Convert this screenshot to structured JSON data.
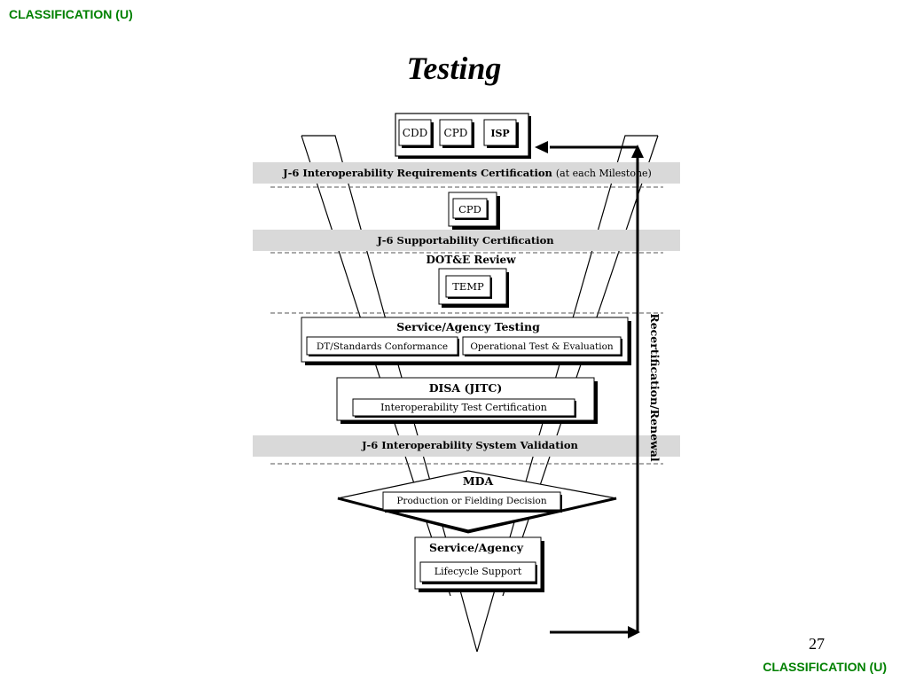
{
  "header": {
    "classification": "CLASSIFICATION (U)"
  },
  "footer": {
    "classification": "CLASSIFICATION (U)",
    "page_number": "27"
  },
  "slide": {
    "title": "Testing"
  },
  "diagram": {
    "top_docs": [
      "CDD",
      "CPD",
      "ISP"
    ],
    "band_requirements": {
      "main": "J-6 Interoperability Requirements Certification",
      "note": "(at each Milestone)"
    },
    "cpd_box": "CPD",
    "band_supportability": "J-6 Supportability Certification",
    "dote_review": "DOT&E Review",
    "temp_box": "TEMP",
    "service_testing": {
      "title": "Service/Agency Testing",
      "left": "DT/Standards Conformance",
      "right": "Operational Test & Evaluation"
    },
    "disa": {
      "title": "DISA (JITC)",
      "sub": "Interoperability Test Certification"
    },
    "band_validation": "J-6 Interoperability System Validation",
    "mda": {
      "title": "MDA",
      "sub": "Production or Fielding Decision"
    },
    "service_agency": {
      "title": "Service/Agency",
      "sub": "Lifecycle Support"
    },
    "recert_label": "Recertification/Renewal"
  }
}
